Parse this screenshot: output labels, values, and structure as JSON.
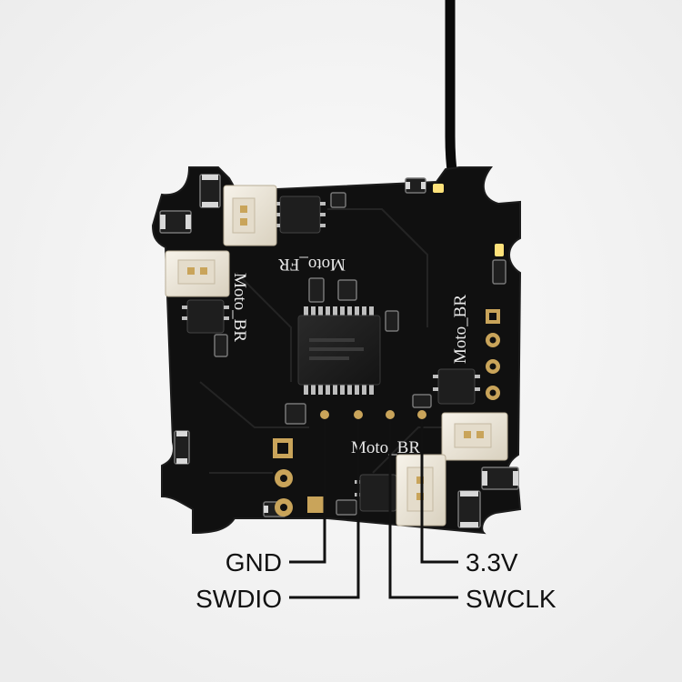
{
  "board": {
    "silkscreen": {
      "motor_fr": "Moto_FR",
      "motor_br_left": "Moto_BR",
      "motor_br_right": "Moto_BR",
      "motor_br_bottom": "Moto_BR"
    }
  },
  "callouts": {
    "gnd": "GND",
    "swdio": "SWDIO",
    "swclk": "SWCLK",
    "v33": "3.3V"
  },
  "colors": {
    "background": "#f4f4f4",
    "pcb": "#101010",
    "connector": "#ece6d8",
    "pad_gold": "#c9a45a",
    "silkscreen": "#e9e9e9",
    "led": "#ffe27a",
    "leader_line": "#111111"
  }
}
